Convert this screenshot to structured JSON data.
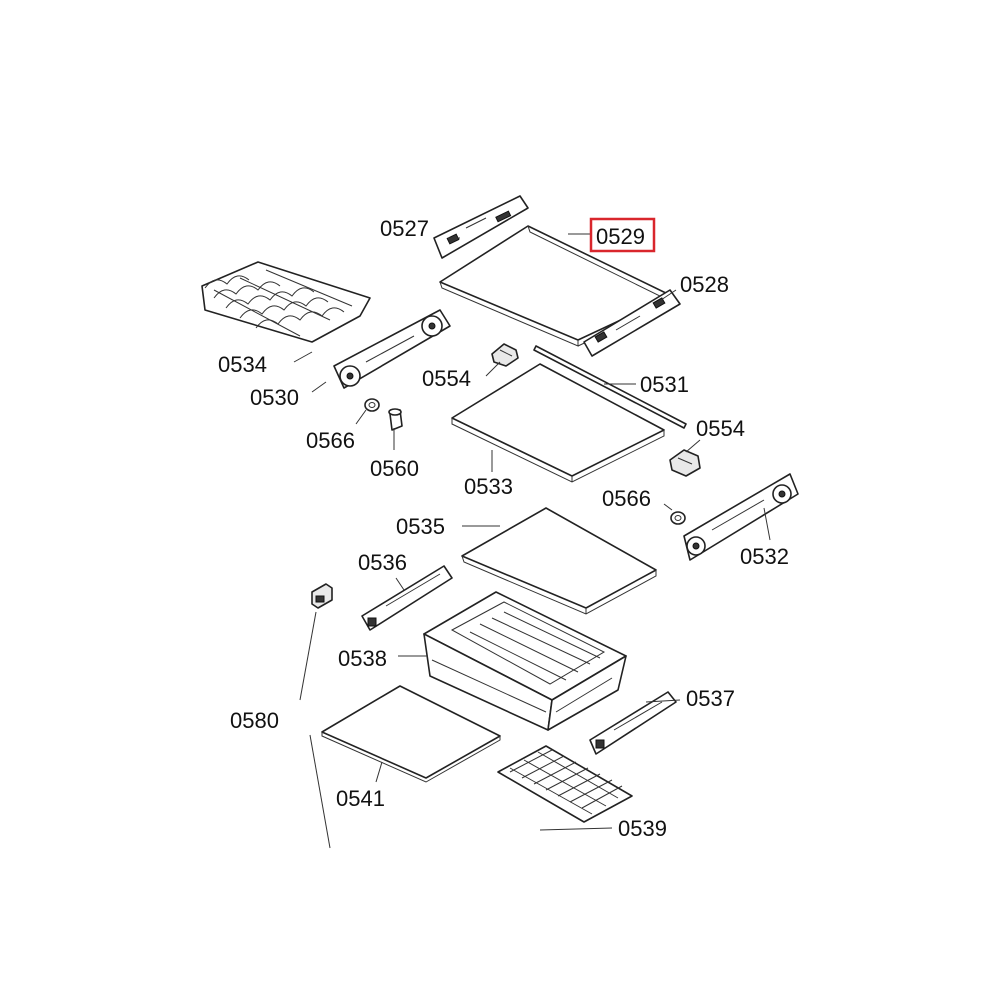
{
  "labels": {
    "l0527": "0527",
    "l0529": "0529",
    "l0528": "0528",
    "l0534": "0534",
    "l0530": "0530",
    "l0554a": "0554",
    "l0531": "0531",
    "l0554b": "0554",
    "l0566a": "0566",
    "l0560": "0560",
    "l0533": "0533",
    "l0566b": "0566",
    "l0532": "0532",
    "l0535": "0535",
    "l0536": "0536",
    "l0538": "0538",
    "l0537": "0537",
    "l0580": "0580",
    "l0541": "0541",
    "l0539": "0539"
  },
  "highlight": {
    "part": "0529",
    "color": "#d9262c"
  }
}
